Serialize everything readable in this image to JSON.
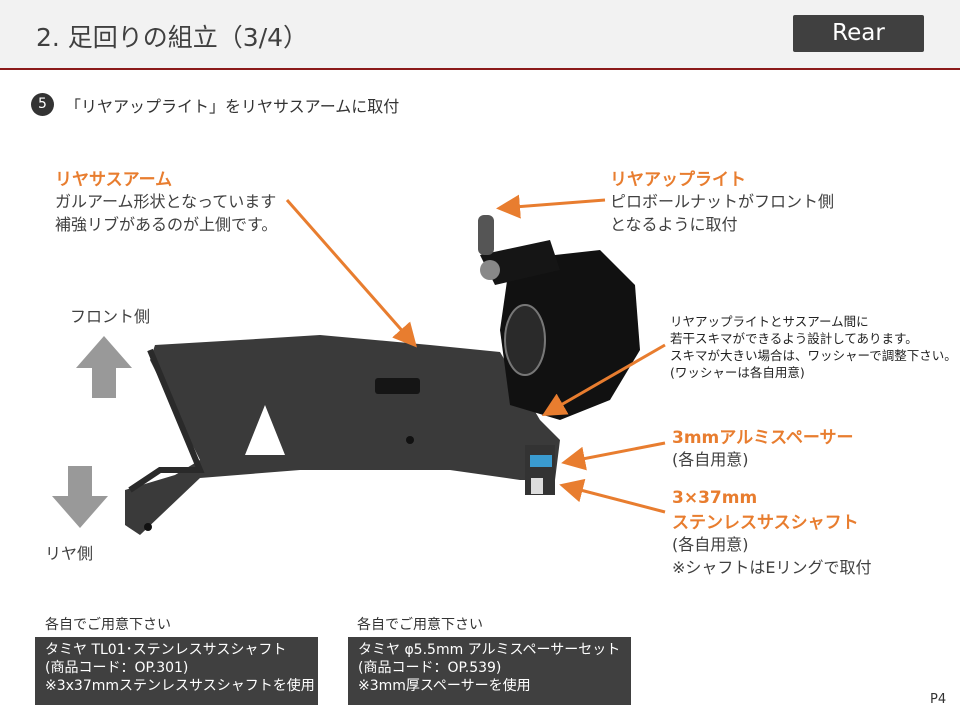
{
  "header": {
    "title": "2. 足回りの組立（3/4）",
    "badge": "Rear"
  },
  "step": {
    "number": "5",
    "text": "「リヤアップライト」をリヤサスアームに取付"
  },
  "labels": {
    "arm": {
      "title": "リヤサスアーム",
      "lines": [
        "ガルアーム形状となっています",
        "補強リブがあるのが上側です。"
      ]
    },
    "upright": {
      "title": "リヤアップライト",
      "lines": [
        "ピロボールナットがフロント側",
        "となるように取付"
      ]
    },
    "front": "フロント側",
    "rear": "リヤ側",
    "gap_note": [
      "リヤアップライトとサスアーム間に",
      "若干スキマができるよう設計してあります。",
      "スキマが大きい場合は、ワッシャーで調整下さい。",
      "(ワッシャーは各自用意)"
    ],
    "spacer": {
      "title": "3mmアルミスペーサー",
      "lines": [
        "(各自用意)"
      ]
    },
    "shaft": {
      "title": [
        "3×37mm",
        "ステンレスサスシャフト"
      ],
      "lines": [
        "(各自用意)",
        "※シャフトはEリングで取付"
      ]
    }
  },
  "parts": [
    {
      "label": "各自でご用意下さい",
      "lines": [
        "タミヤ TL01･ステンレスサスシャフト",
        "(商品コード：OP.301)",
        "※3x37mmステンレスサスシャフトを使用"
      ]
    },
    {
      "label": "各自でご用意下さい",
      "lines": [
        "タミヤ φ5.5mm アルミスペーサーセット",
        "(商品コード：OP.539)",
        "※3mm厚スペーサーを使用"
      ]
    }
  ],
  "page": "P4",
  "colors": {
    "accent": "#e87d2f",
    "header_line": "#8b1a1a",
    "dark": "#404040"
  }
}
